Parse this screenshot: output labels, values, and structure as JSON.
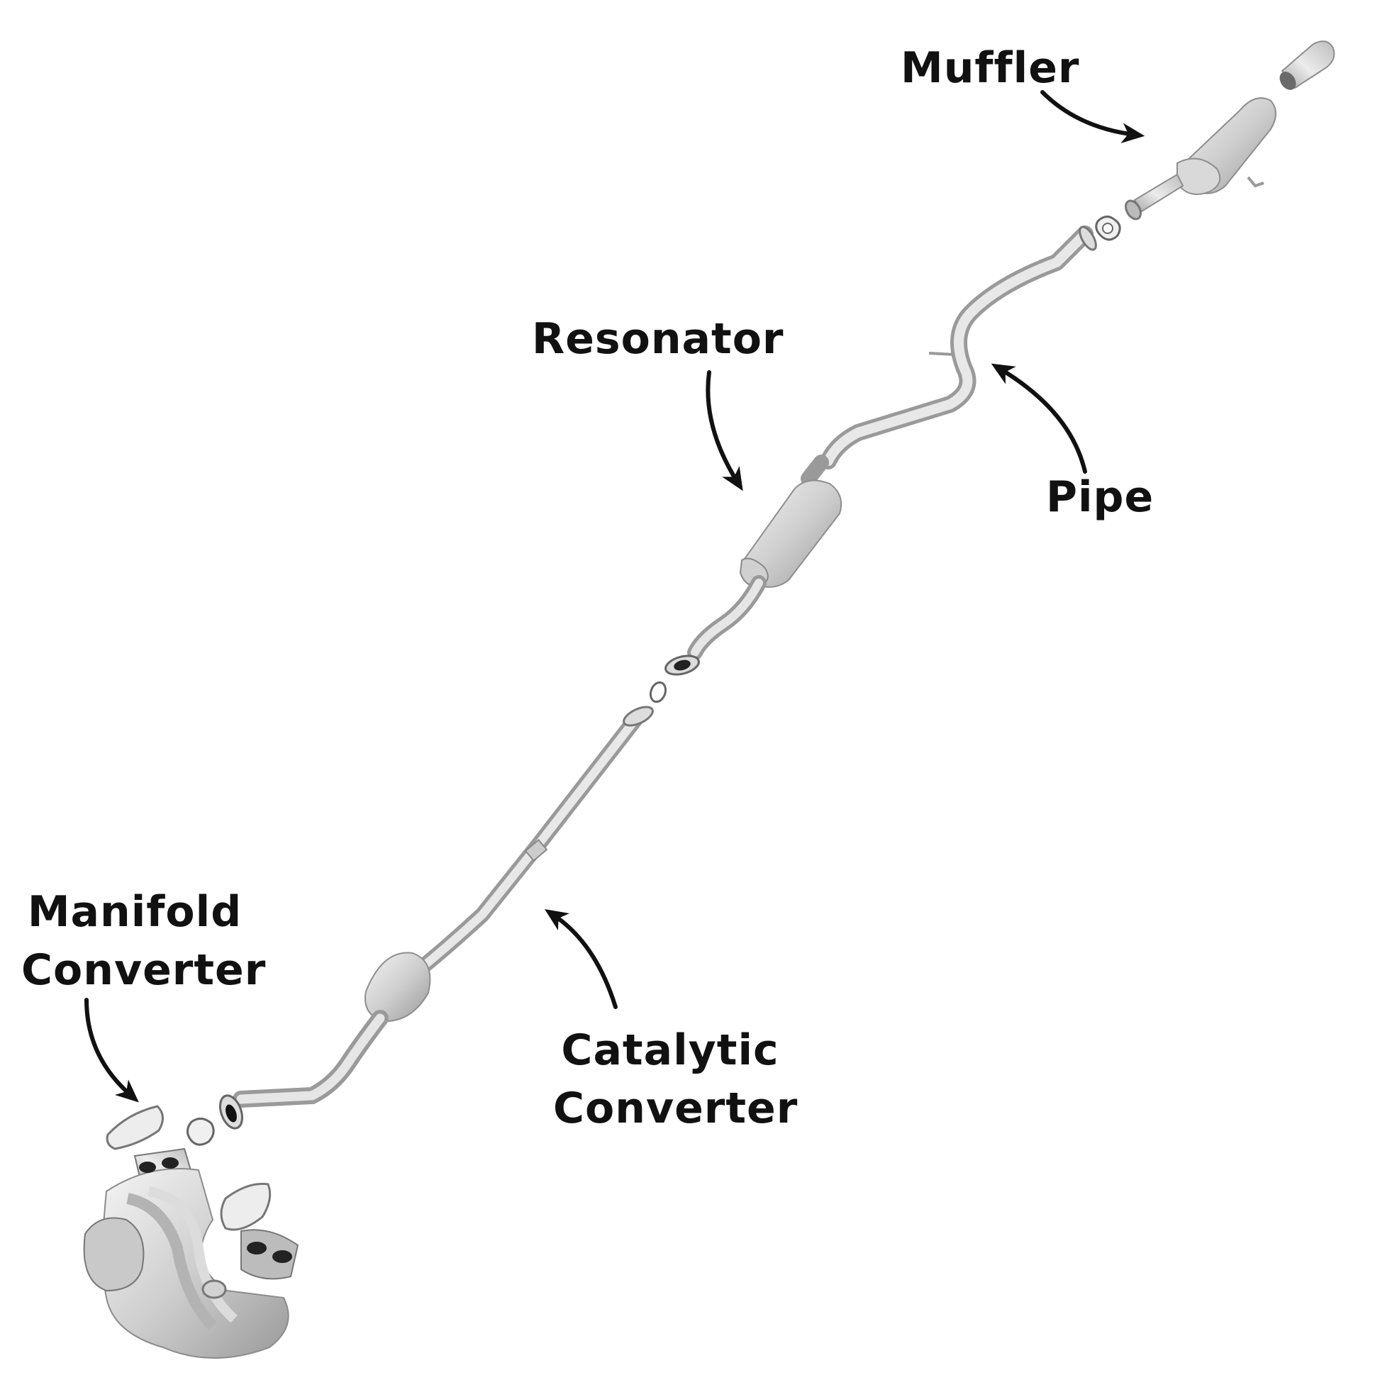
{
  "labels": {
    "muffler": "Muffler",
    "resonator": "Resonator",
    "pipe": "Pipe",
    "manifold_converter": [
      "Manifold",
      "Converter"
    ],
    "catalytic_converter": [
      "Catalytic",
      "Converter"
    ]
  },
  "colors": {
    "text": "#111111",
    "arrow": "#111111",
    "metal_light": "#f2f2f2",
    "metal_mid": "#c8c8c8",
    "metal_dark": "#8c8c8c",
    "background": "#ffffff"
  }
}
